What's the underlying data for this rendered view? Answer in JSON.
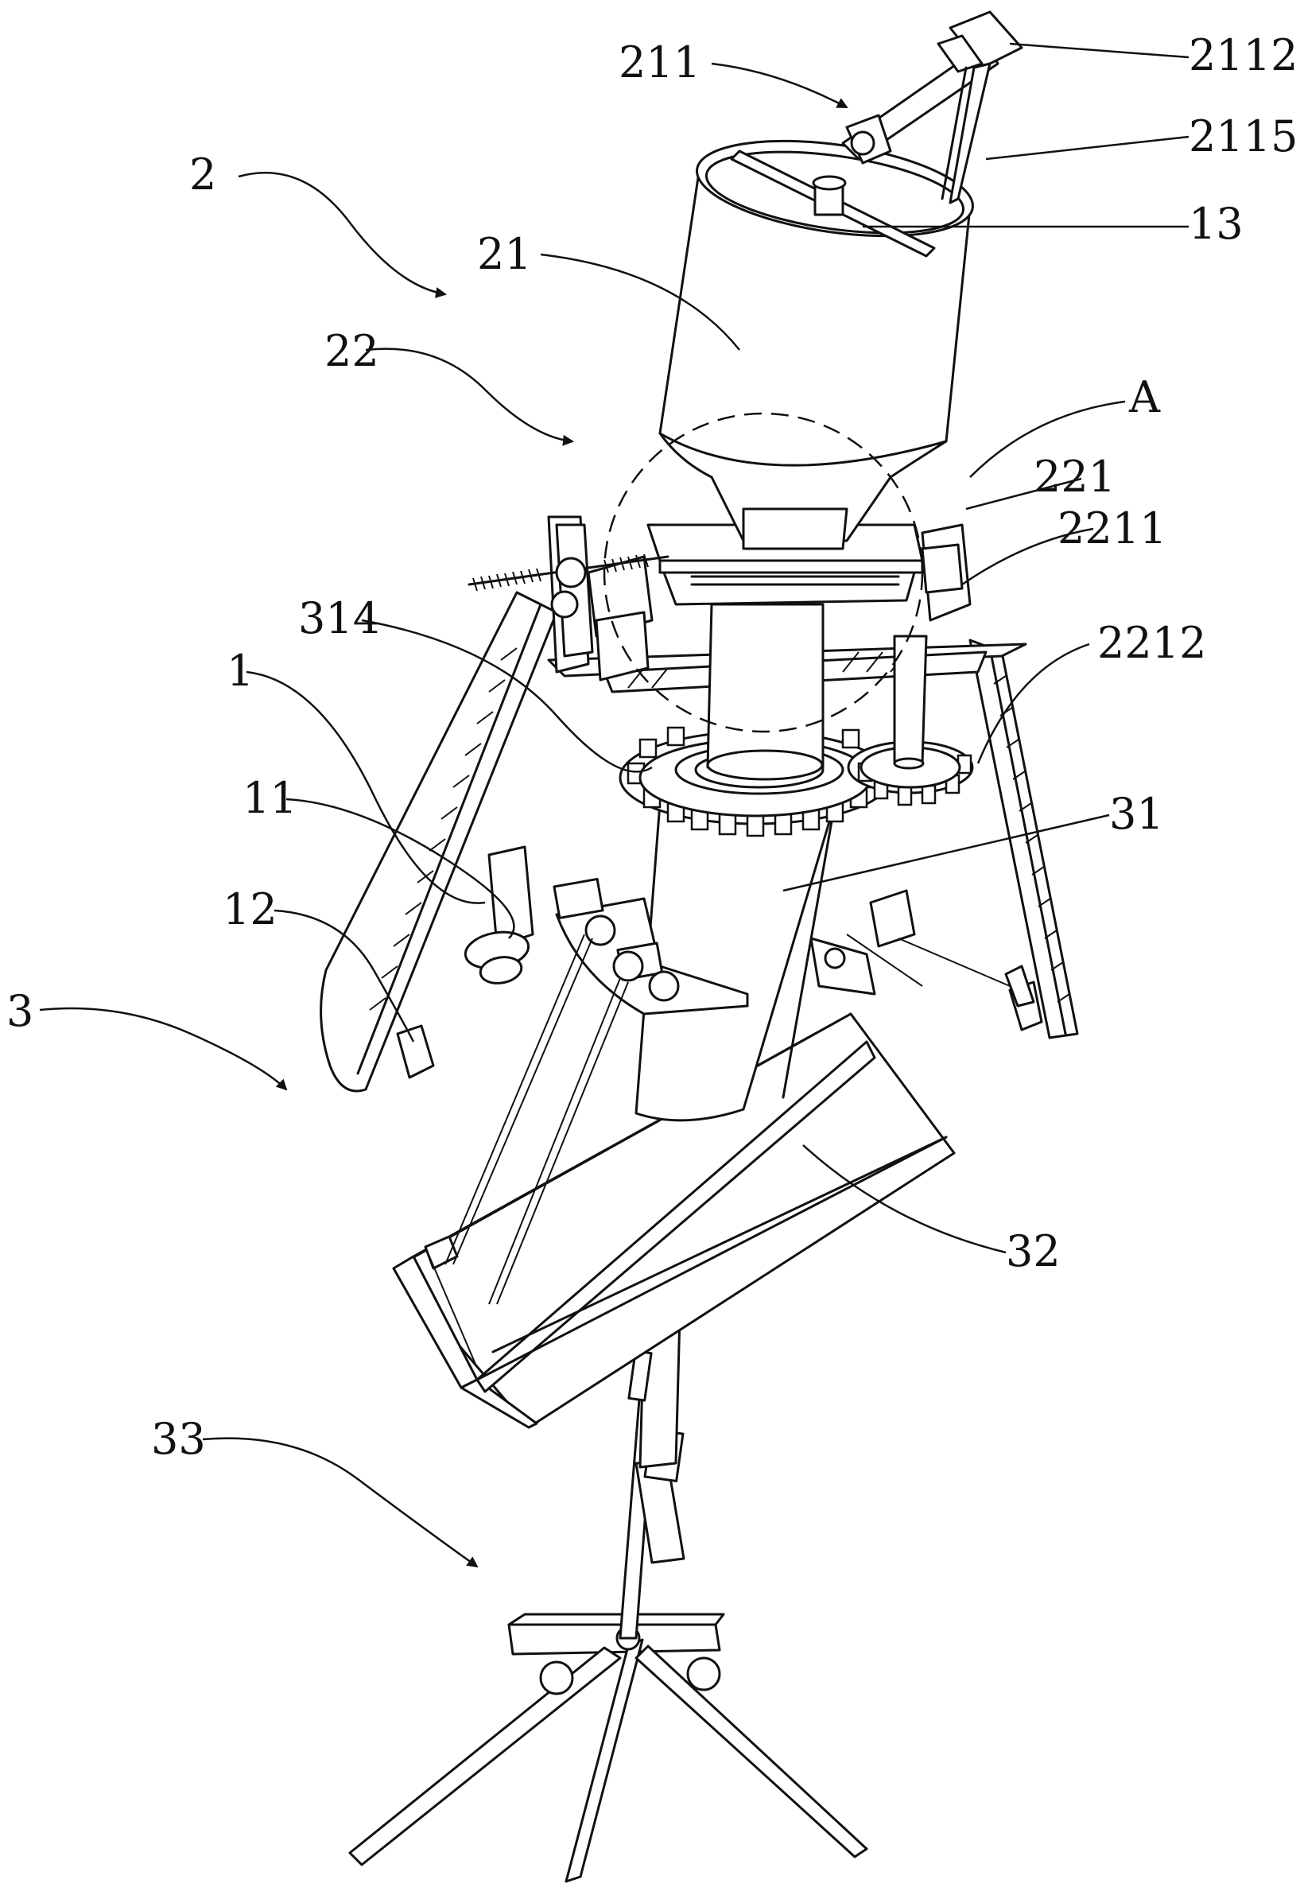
{
  "figure": {
    "labels": {
      "l2": "2",
      "l211": "211",
      "l2112": "2112",
      "l2115": "2115",
      "l13": "13",
      "l21": "21",
      "l22": "22",
      "lA": "A",
      "l221": "221",
      "l2211": "2211",
      "l314": "314",
      "l2212": "2212",
      "l1": "1",
      "l11": "11",
      "l31": "31",
      "l12": "12",
      "l3": "3",
      "l32": "32",
      "l33": "33"
    }
  }
}
